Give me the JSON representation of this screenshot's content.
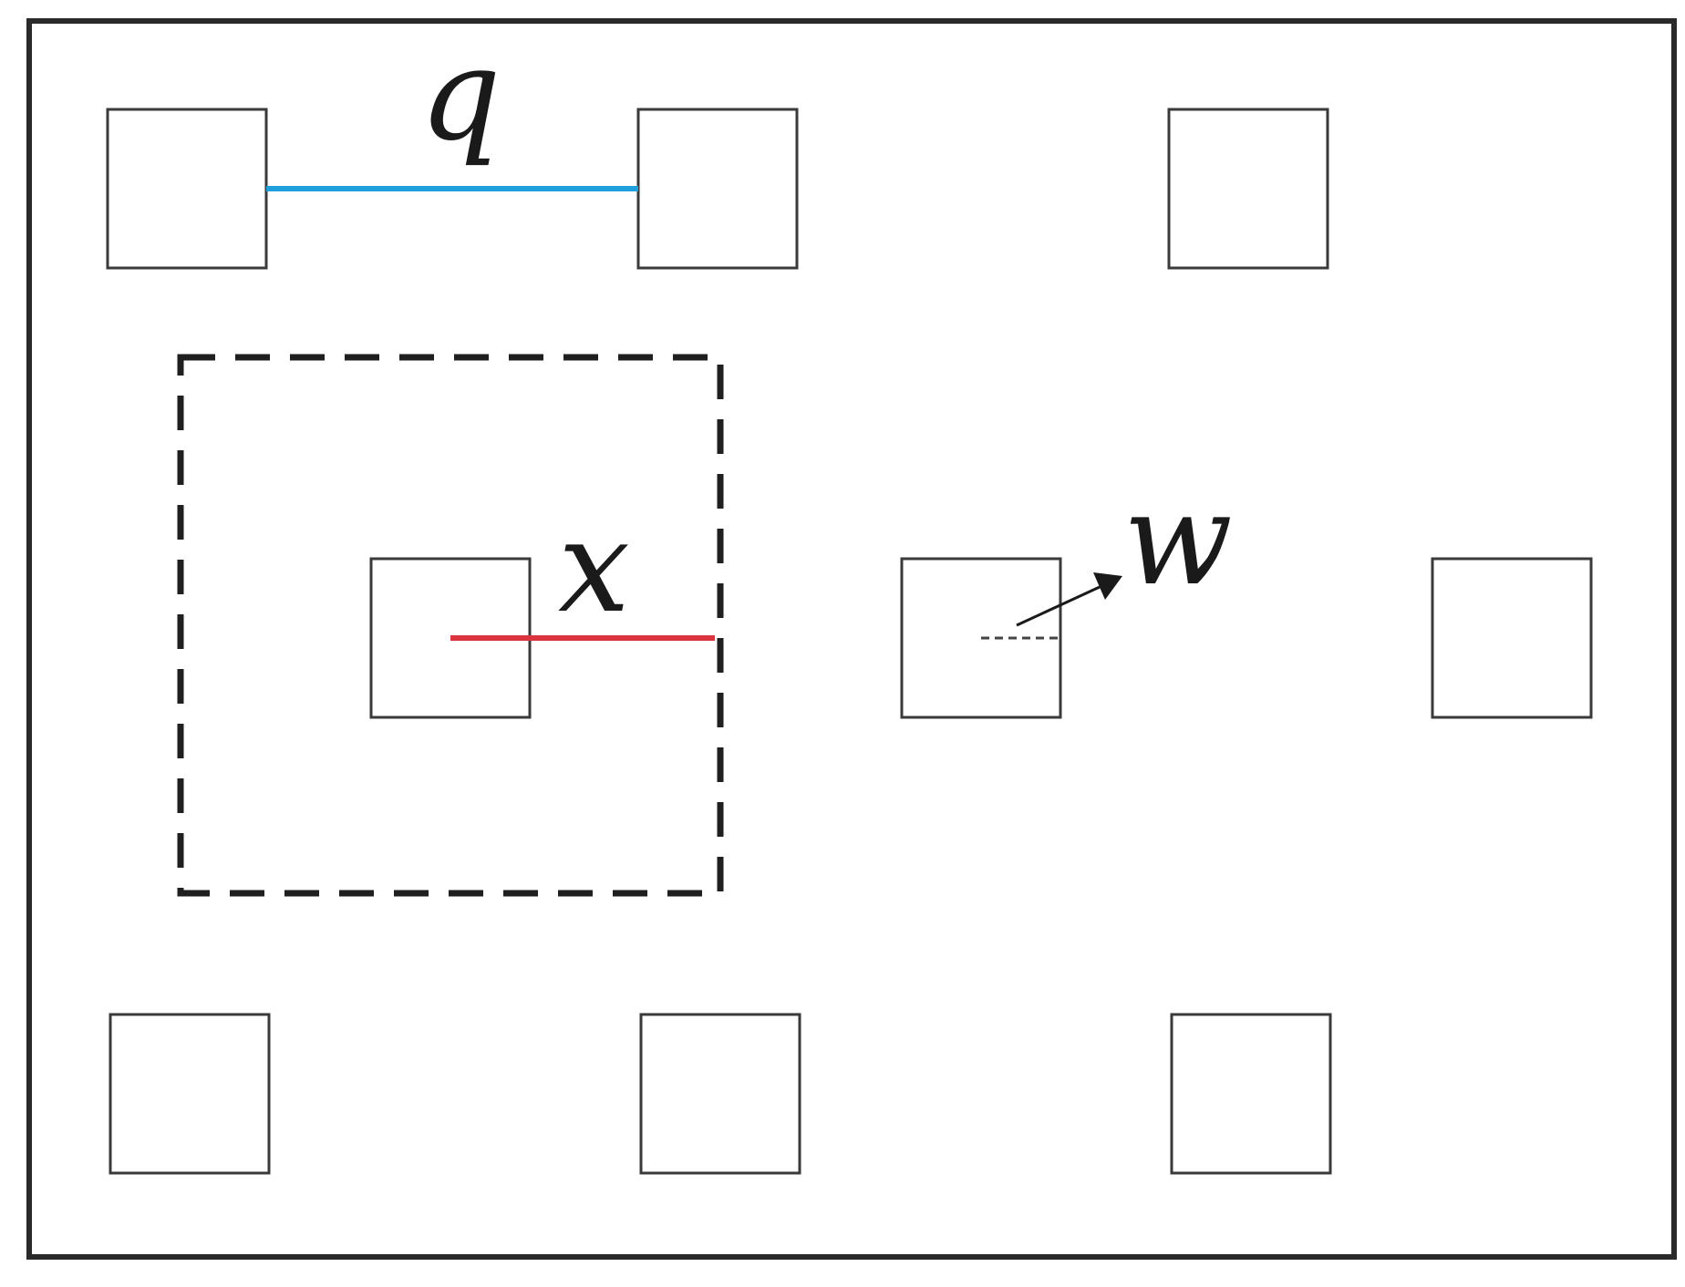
{
  "labels": {
    "q": "q",
    "x": "x",
    "w": "w"
  },
  "colors": {
    "frame": "#2a2a2a",
    "square": "#3a3a3a",
    "q_line": "#1f9fdb",
    "x_line": "#d9343f",
    "dashed_box": "#1f1f1f",
    "arrow": "#1a1a1a",
    "text": "#1a1a1a"
  }
}
